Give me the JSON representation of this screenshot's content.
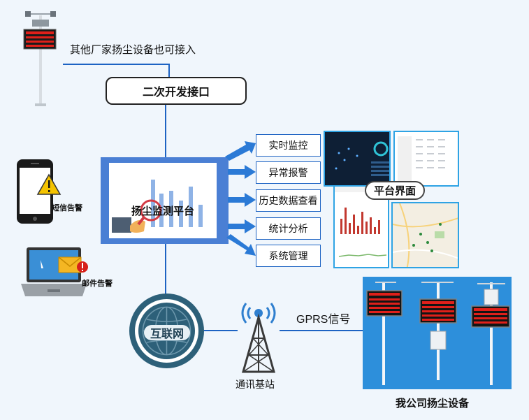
{
  "colors": {
    "line": "#1d63c3",
    "platform_frame": "#4a7fd4",
    "globe": "#2d6079",
    "thumb_border": "#2ea3e4",
    "equipment_bg": "#2d8fdb",
    "led_red": "#e0201a"
  },
  "third_party": {
    "label": "其他厂家扬尘设备也可接入",
    "icon": "monitoring-pole-icon"
  },
  "secondary_dev": {
    "label": "二次开发接口"
  },
  "platform": {
    "label": "扬尘监测平台",
    "icon": "bar-chart-magnifier-icon"
  },
  "menu": [
    "实时监控",
    "异常报警",
    "历史数据查看",
    "统计分析",
    "系统管理"
  ],
  "platform_ui": {
    "label": "平台界面"
  },
  "alerts": {
    "sms_label": "短信告警",
    "email_label": "邮件告警"
  },
  "internet": {
    "label": "互联网"
  },
  "base_station": {
    "label": "通讯基站",
    "signal_label": "GPRS信号"
  },
  "company_equipment": {
    "label": "我公司扬尘设备"
  }
}
